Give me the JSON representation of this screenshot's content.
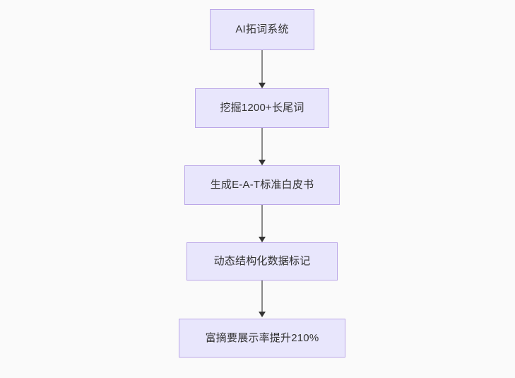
{
  "diagram": {
    "type": "flowchart",
    "direction": "top-to-bottom",
    "background_color": "#fafafa",
    "node_fill_color": "#e8e6fc",
    "node_border_color": "#bba7e8",
    "node_text_color": "#333333",
    "edge_color": "#8a8a8a",
    "arrowhead_color": "#333333",
    "nodes": [
      {
        "id": "n1",
        "label": "AI拓词系统"
      },
      {
        "id": "n2",
        "label": "挖掘1200+长尾词"
      },
      {
        "id": "n3",
        "label": "生成E-A-T标准白皮书"
      },
      {
        "id": "n4",
        "label": "动态结构化数据标记"
      },
      {
        "id": "n5",
        "label": "富摘要展示率提升210%"
      }
    ],
    "edges": [
      {
        "from": "n1",
        "to": "n2"
      },
      {
        "from": "n2",
        "to": "n3"
      },
      {
        "from": "n3",
        "to": "n4"
      },
      {
        "from": "n4",
        "to": "n5"
      }
    ]
  }
}
